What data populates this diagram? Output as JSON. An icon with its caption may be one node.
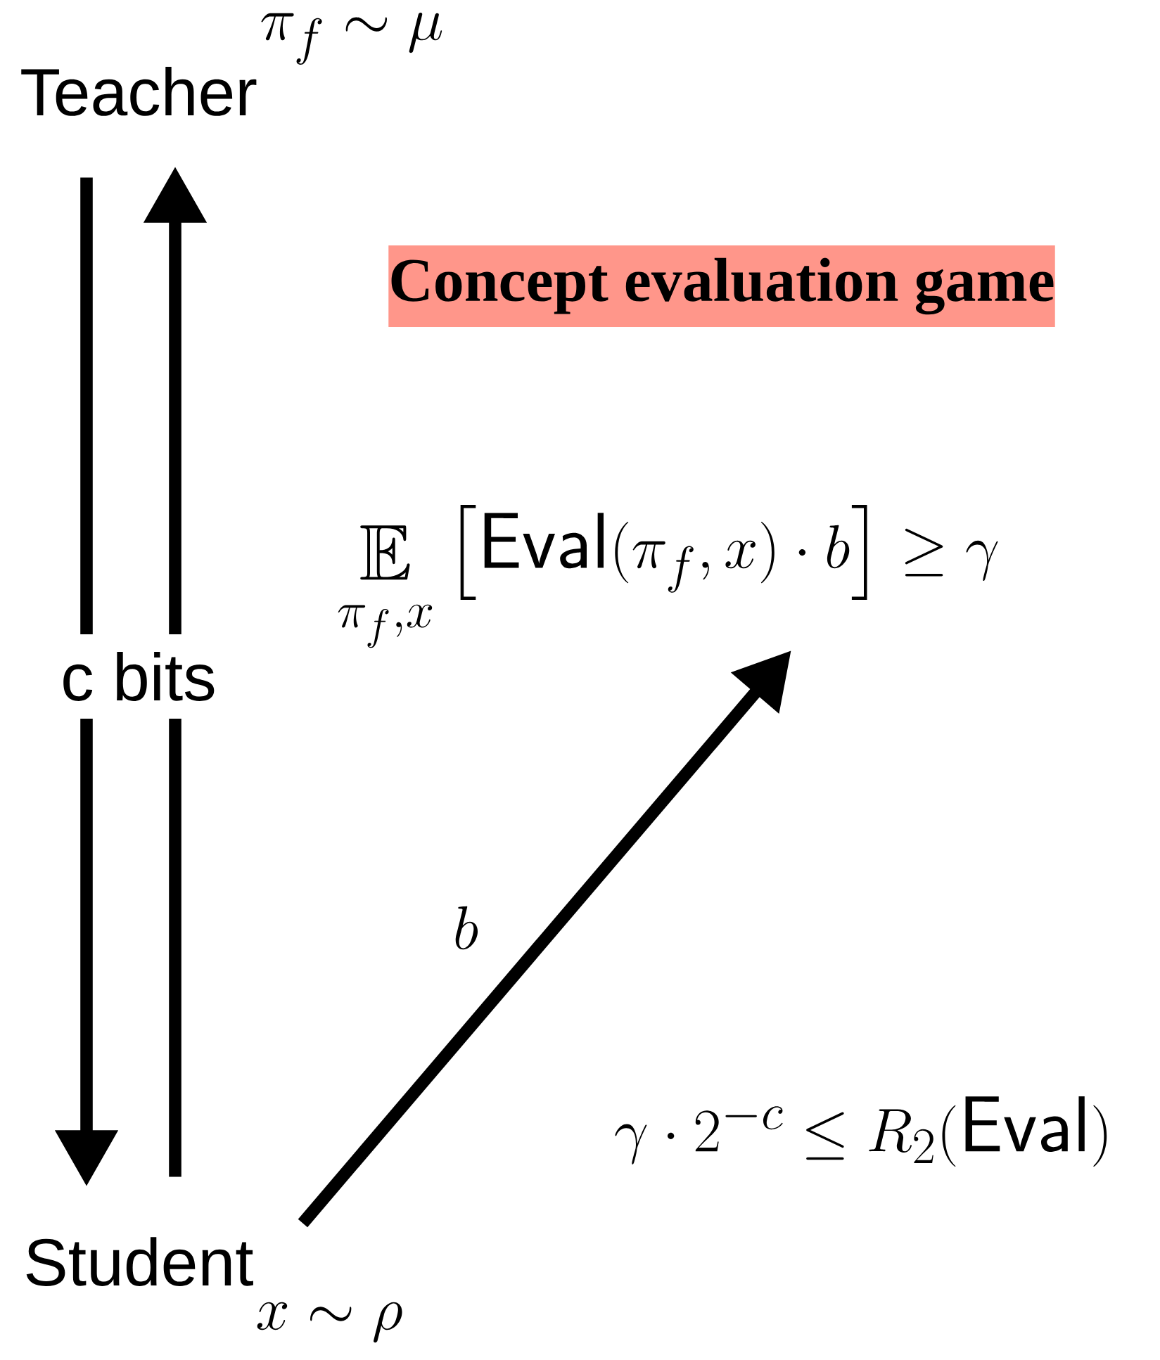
{
  "diagram": {
    "title": "Concept evaluation game",
    "nodes": [
      {
        "text": [
          "Teacher"
        ],
        "beside": [
          "\\pi_f \\sim \\mu"
        ]
      },
      {
        "text": [
          "Student"
        ],
        "beside": [
          "x \\sim \\rho"
        ]
      },
      {
        "text": [
          "\\mathop{\\mathbb{E}}\\limits_{\\pi_f, x}\\left[\\mathsf{Eval}(\\pi_f, x)\\cdot b\\right]\\geq\\gamma"
        ]
      }
    ],
    "edges": [
      {
        "from": 0,
        "to": 1,
        "arrow": "to",
        "label": "c bits"
      },
      {
        "from": 1,
        "to": 0,
        "arrow": "to"
      },
      {
        "from": 1,
        "to": 2,
        "arrow": "to",
        "label": "b"
      }
    ],
    "labels": [
      "\\gamma\\cdot 2^{-c}\\leq R_2(\\mathsf{Eval})"
    ]
  }
}
